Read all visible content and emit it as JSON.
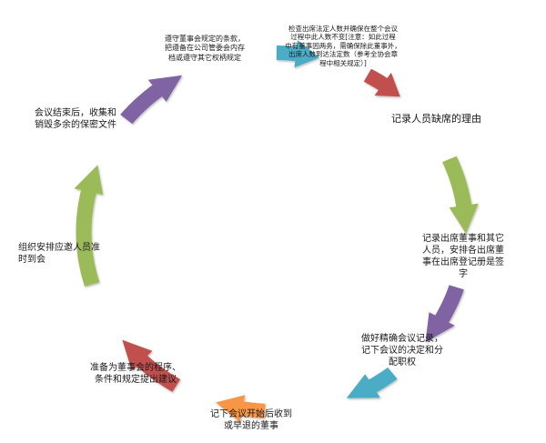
{
  "nodes": [
    {
      "lines": [
        "遵守董事会规定的条款，",
        "把遵备在公司管委会内存",
        "档或遵守其它权柄规定"
      ]
    },
    {
      "lines": [
        "检查出席法定人数并确保在整个会议",
        "过程中此人数不变[注意：如此过程",
        "中有董事因两务，需确保除此董事外，",
        "出席人数到达法定数（参考全协会章",
        "程中相关规定）]"
      ]
    },
    {
      "lines": [
        "记录人员缺席的理由"
      ]
    },
    {
      "lines": [
        "记录出席董事和其它",
        "人员，安排各出席董",
        "事在出席登记册是签",
        "字"
      ]
    },
    {
      "lines": [
        "做好精确会议记录，",
        "记下会议的决定和分",
        "配职权"
      ]
    },
    {
      "lines": [
        "记下会议开始后收到",
        "或早退的董事"
      ]
    },
    {
      "lines": [
        "准备为董事会的程序、",
        "条件和规定提出建议"
      ]
    },
    {
      "lines": [
        "组织安排应邀人员准",
        "时到会"
      ]
    },
    {
      "lines": [
        "会议结束后，收集和",
        "销毁多余的保密文件"
      ]
    }
  ],
  "arrows": [
    {
      "name": "arrow-1-to-2",
      "color": "#4bacc6"
    },
    {
      "name": "arrow-2-to-3",
      "color": "#c0504d"
    },
    {
      "name": "arrow-3-to-4",
      "color": "#9bbb59"
    },
    {
      "name": "arrow-4-to-5",
      "color": "#8064a2"
    },
    {
      "name": "arrow-5-to-6",
      "color": "#4bacc6"
    },
    {
      "name": "arrow-6-to-7",
      "color": "#f79646"
    },
    {
      "name": "arrow-7-to-8",
      "color": "#c0504d"
    },
    {
      "name": "arrow-8-to-9",
      "color": "#9bbb59"
    },
    {
      "name": "arrow-9-to-1",
      "color": "#8064a2"
    }
  ]
}
